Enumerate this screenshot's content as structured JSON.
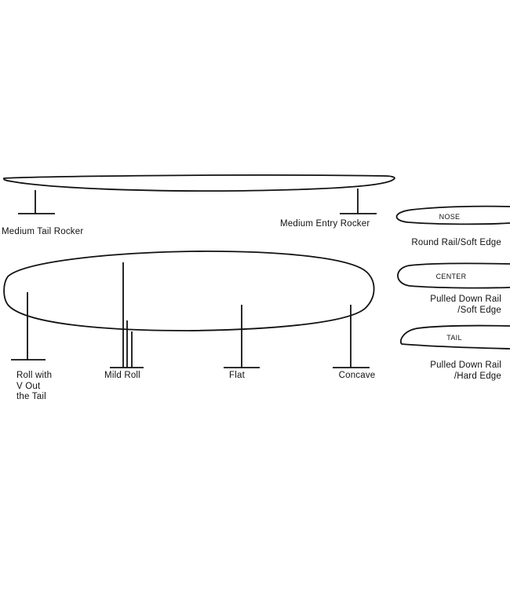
{
  "rocker": {
    "tail_label": "Medium Tail Rocker",
    "entry_label": "Medium Entry Rocker"
  },
  "bottom": {
    "roll_v_lines": [
      "Roll with",
      "V Out",
      "the Tail"
    ],
    "mild_roll": "Mild Roll",
    "flat": "Flat",
    "concave": "Concave"
  },
  "rails": [
    {
      "section": "NOSE",
      "lines": [
        "Round Rail/Soft Edge"
      ]
    },
    {
      "section": "CENTER",
      "lines": [
        "Pulled Down Rail",
        "/Soft Edge"
      ]
    },
    {
      "section": "TAIL",
      "lines": [
        "Pulled Down Rail",
        "/Hard Edge"
      ]
    }
  ],
  "colors": {
    "line": "#111111",
    "background": "#ffffff"
  }
}
